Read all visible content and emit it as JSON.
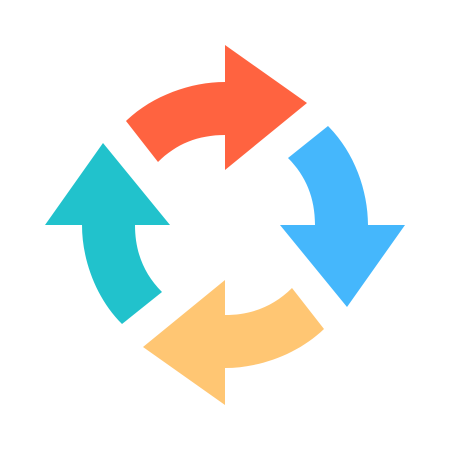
{
  "icon": {
    "name": "cycle-arrows-icon",
    "arrows": [
      {
        "id": "top",
        "name": "arrow-top-icon",
        "direction": "clockwise-right",
        "color": "#ff6340"
      },
      {
        "id": "right",
        "name": "arrow-right-icon",
        "direction": "clockwise-down",
        "color": "#45b7fc"
      },
      {
        "id": "bottom",
        "name": "arrow-bottom-icon",
        "direction": "clockwise-left",
        "color": "#ffc673"
      },
      {
        "id": "left",
        "name": "arrow-left-icon",
        "direction": "clockwise-up",
        "color": "#21c2cc"
      }
    ],
    "background": "#ffffff"
  }
}
